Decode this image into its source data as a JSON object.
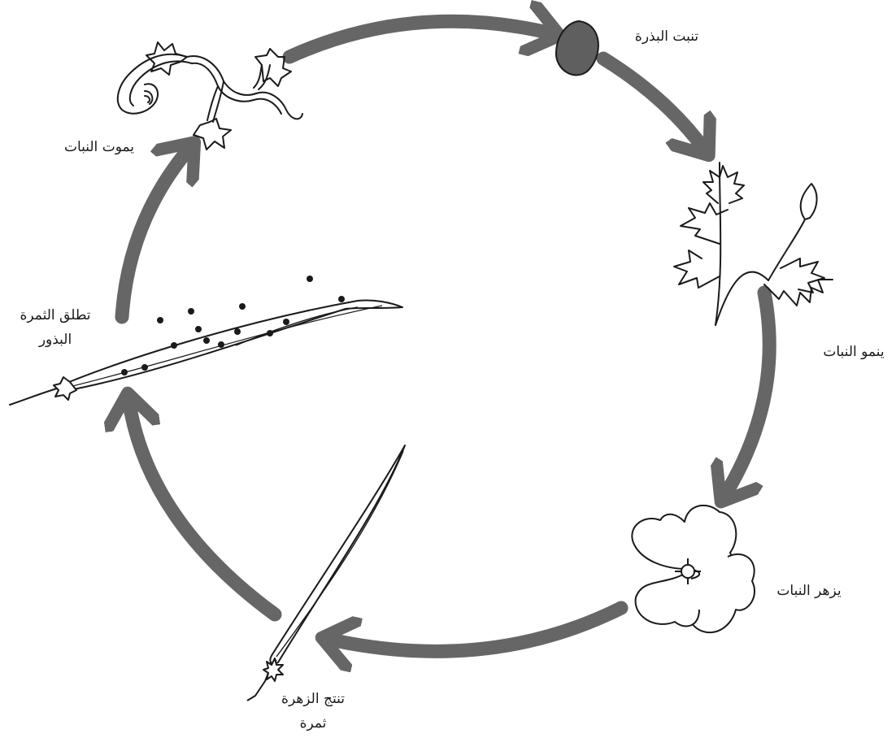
{
  "diagram": {
    "stages": [
      {
        "id": "seed",
        "lines": [
          "تنبت البذرة"
        ]
      },
      {
        "id": "grow",
        "lines": [
          "ينمو النبات"
        ]
      },
      {
        "id": "bloom",
        "lines": [
          "يزهر النبات"
        ]
      },
      {
        "id": "fruit",
        "lines": [
          "تنتج الزهرة",
          "ثمرة"
        ]
      },
      {
        "id": "release",
        "lines": [
          "تطلق الثمرة",
          "البذور"
        ]
      },
      {
        "id": "die",
        "lines": [
          "يموت النبات"
        ]
      }
    ],
    "colors": {
      "arrow": "#666666",
      "ink": "#1a1a1a",
      "seed_fill": "#5f5f5f",
      "background": "#ffffff"
    },
    "icons": [
      "seed-icon",
      "seedling-icon",
      "flower-icon",
      "seed-pod-icon",
      "open-pod-icon",
      "dead-plant-icon"
    ]
  }
}
